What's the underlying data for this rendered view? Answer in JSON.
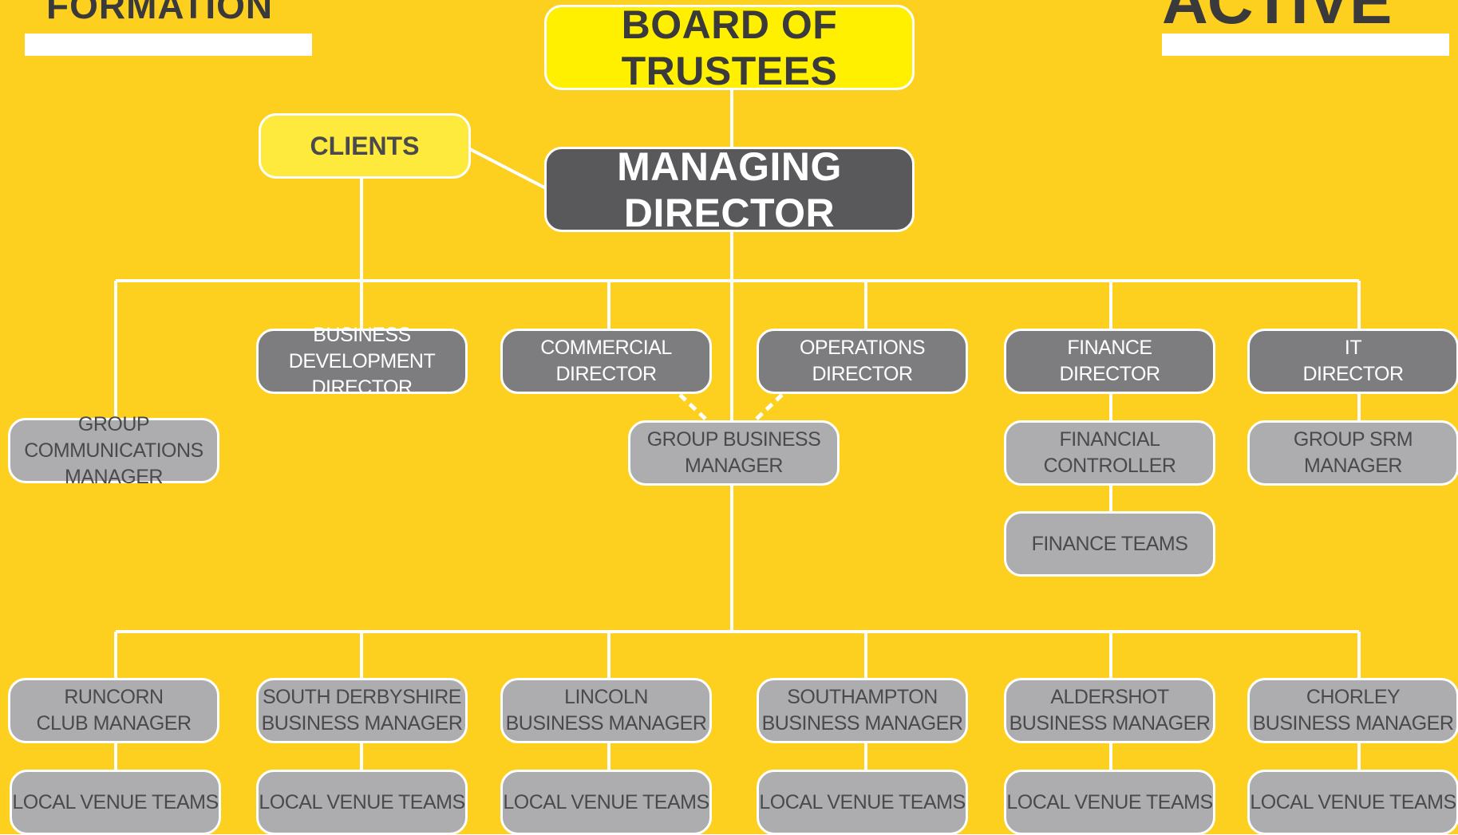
{
  "header": {
    "left_title": "FORMATION",
    "right_logo_text": "ACTIVE"
  },
  "colors": {
    "background": "#fdd01f",
    "connector": "#ffffff",
    "trustees_fill": "#fff000",
    "clients_fill": "#fdea3c",
    "managing_director_fill": "#59595c",
    "director_fill": "#7d7d80",
    "manager_fill": "#adadb0"
  },
  "nodes": {
    "board": "BOARD OF TRUSTEES",
    "managing_director": "MANAGING DIRECTOR",
    "clients": "CLIENTS",
    "directors": [
      "BUSINESS DEVELOPMENT\nDIRECTOR",
      "COMMERCIAL\nDIRECTOR",
      "OPERATIONS\nDIRECTOR",
      "FINANCE\nDIRECTOR",
      "IT\nDIRECTOR"
    ],
    "group_comms": "GROUP COMMUNICATIONS\nMANAGER",
    "group_business": "GROUP BUSINESS\nMANAGER",
    "financial_controller": "FINANCIAL\nCONTROLLER",
    "finance_teams": "FINANCE TEAMS",
    "group_srm": "GROUP SRM MANAGER",
    "venues": [
      "RUNCORN\nCLUB MANAGER",
      "SOUTH DERBYSHIRE\nBUSINESS MANAGER",
      "LINCOLN\nBUSINESS MANAGER",
      "SOUTHAMPTON\nBUSINESS MANAGER",
      "ALDERSHOT\nBUSINESS MANAGER",
      "CHORLEY\nBUSINESS MANAGER"
    ],
    "local_teams": [
      "LOCAL VENUE TEAMS",
      "LOCAL VENUE TEAMS",
      "LOCAL VENUE TEAMS",
      "LOCAL VENUE TEAMS",
      "LOCAL VENUE TEAMS",
      "LOCAL VENUE TEAMS"
    ]
  }
}
